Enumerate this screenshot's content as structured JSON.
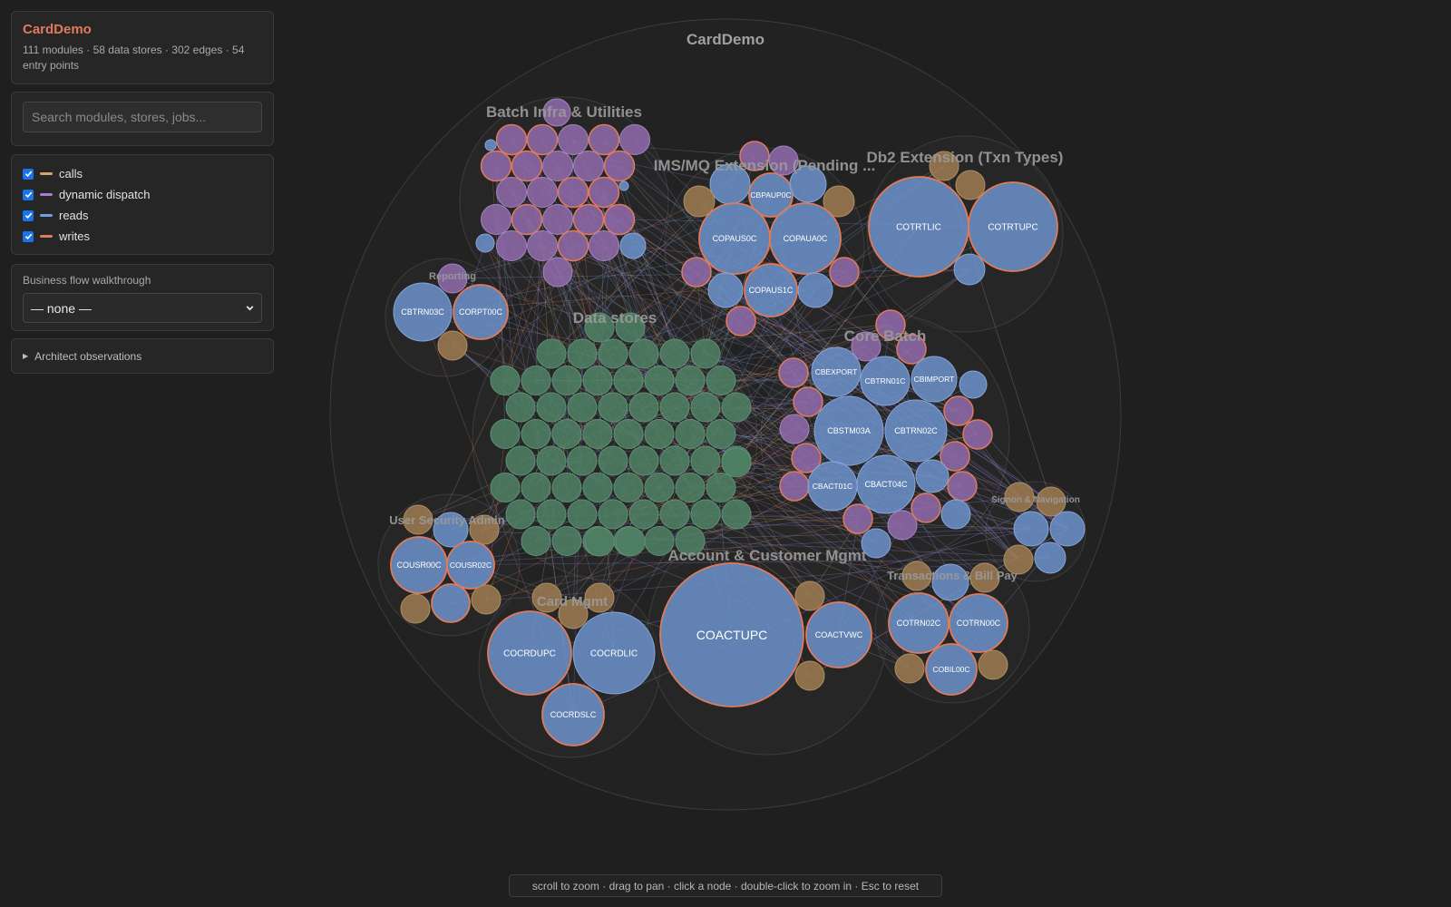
{
  "app": {
    "title": "CardDemo",
    "stats": "111 modules · 58 data stores · 302 edges · 54 entry points"
  },
  "search": {
    "placeholder": "Search modules, stores, jobs..."
  },
  "legend": {
    "items": [
      {
        "label": "calls",
        "color": "#d1a56e",
        "checked": true
      },
      {
        "label": "dynamic dispatch",
        "color": "#a57fd0",
        "checked": true
      },
      {
        "label": "reads",
        "color": "#6f9fe0",
        "checked": true
      },
      {
        "label": "writes",
        "color": "#e07b5a",
        "checked": true
      }
    ]
  },
  "flow": {
    "label": "Business flow walkthrough",
    "selected": "— none —"
  },
  "observations": {
    "label": "Architect observations"
  },
  "footer": {
    "hint": "scroll to zoom · drag to pan · click a node · double-click to zoom in · Esc to reset"
  },
  "colors": {
    "module": "#6b8fc7",
    "module_writer_stroke": "#e07b5a",
    "data_store": "#4f7f63",
    "job": "#9c7a52",
    "dispatcher": "#8e6aa8",
    "group_fill": "#2a2a2a",
    "group_stroke": "#3c3c3c"
  },
  "graph": {
    "root_label": "CardDemo",
    "groups": [
      {
        "label": "Batch Infra & Utilities"
      },
      {
        "label": "IMS/MQ Extension (Pending ..."
      },
      {
        "label": "Db2 Extension (Txn Types)"
      },
      {
        "label": "Reporting"
      },
      {
        "label": "Data stores"
      },
      {
        "label": "Core Batch"
      },
      {
        "label": "Signon & Navigation"
      },
      {
        "label": "User Security Admin"
      },
      {
        "label": "Card Mgmt"
      },
      {
        "label": "Account & Customer Mgmt"
      },
      {
        "label": "Transactions & Bill Pay"
      }
    ],
    "modules": [
      "CBPAUP0C",
      "COPAUS0C",
      "COPAUA0C",
      "COPAUS1C",
      "COTRTLIC",
      "COTRTUPC",
      "CBTRN03C",
      "CORPT00C",
      "CBEXPORT",
      "CBTRN01C",
      "CBIMPORT",
      "CBSTM03A",
      "CBTRN02C",
      "CBACT01C",
      "CBACT04C",
      "COUSR00C",
      "COUSR02C",
      "COCRDUPC",
      "COCRDLIC",
      "COCRDSLC",
      "COACTUPC",
      "COACTVWC",
      "COTRN02C",
      "COTRN00C",
      "COBIL00C"
    ]
  }
}
